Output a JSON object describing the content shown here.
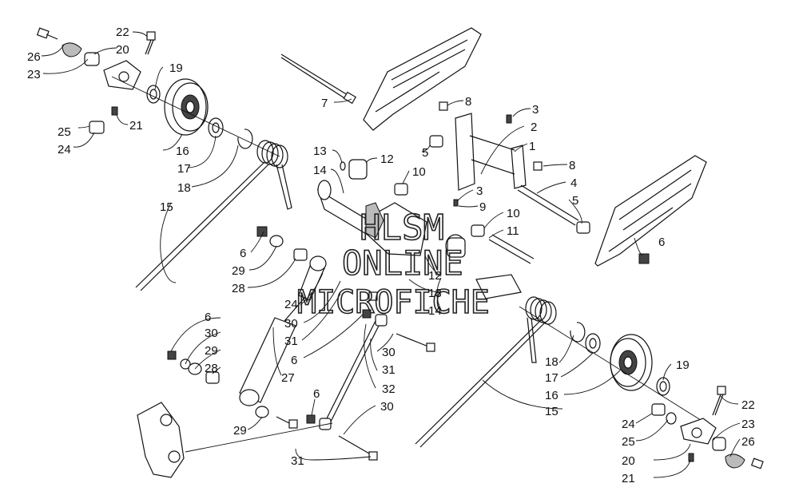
{
  "watermark": {
    "line1": "HLSM",
    "line2": "ONLINE",
    "line3": "MICROFICHE"
  },
  "callouts": [
    {
      "id": "c26a",
      "text": "26"
    },
    {
      "id": "c22a",
      "text": "22"
    },
    {
      "id": "c20a",
      "text": "20"
    },
    {
      "id": "c23a",
      "text": "23"
    },
    {
      "id": "c19a",
      "text": "19"
    },
    {
      "id": "c25a",
      "text": "25"
    },
    {
      "id": "c24a",
      "text": "24"
    },
    {
      "id": "c21a",
      "text": "21"
    },
    {
      "id": "c16a",
      "text": "16"
    },
    {
      "id": "c17a",
      "text": "17"
    },
    {
      "id": "c18a",
      "text": "18"
    },
    {
      "id": "c15a",
      "text": "15"
    },
    {
      "id": "c7",
      "text": "7"
    },
    {
      "id": "c8a",
      "text": "8"
    },
    {
      "id": "c3a",
      "text": "3"
    },
    {
      "id": "c2",
      "text": "2"
    },
    {
      "id": "c1",
      "text": "1"
    },
    {
      "id": "c5a",
      "text": "5"
    },
    {
      "id": "c8b",
      "text": "8"
    },
    {
      "id": "c4",
      "text": "4"
    },
    {
      "id": "c5b",
      "text": "5"
    },
    {
      "id": "c13a",
      "text": "13"
    },
    {
      "id": "c12a",
      "text": "12"
    },
    {
      "id": "c14a",
      "text": "14"
    },
    {
      "id": "c10a",
      "text": "10"
    },
    {
      "id": "c3b",
      "text": "3"
    },
    {
      "id": "c9",
      "text": "9"
    },
    {
      "id": "c10b",
      "text": "10"
    },
    {
      "id": "c11",
      "text": "11"
    },
    {
      "id": "c6a",
      "text": "6"
    },
    {
      "id": "c6b",
      "text": "6"
    },
    {
      "id": "c29a",
      "text": "29"
    },
    {
      "id": "c28a",
      "text": "28"
    },
    {
      "id": "c12b",
      "text": "12"
    },
    {
      "id": "c13b",
      "text": "13"
    },
    {
      "id": "c14b",
      "text": "14"
    },
    {
      "id": "c24b",
      "text": "24"
    },
    {
      "id": "c30a",
      "text": "30"
    },
    {
      "id": "c31a",
      "text": "31"
    },
    {
      "id": "c6c",
      "text": "6"
    },
    {
      "id": "c30b",
      "text": "30"
    },
    {
      "id": "c29b",
      "text": "29"
    },
    {
      "id": "c28b",
      "text": "28"
    },
    {
      "id": "c6d",
      "text": "6"
    },
    {
      "id": "c30c",
      "text": "30"
    },
    {
      "id": "c31b",
      "text": "31"
    },
    {
      "id": "c27",
      "text": "27"
    },
    {
      "id": "c32",
      "text": "32"
    },
    {
      "id": "c29c",
      "text": "29"
    },
    {
      "id": "c6e",
      "text": "6"
    },
    {
      "id": "c30d",
      "text": "30"
    },
    {
      "id": "c31c",
      "text": "31"
    },
    {
      "id": "c18b",
      "text": "18"
    },
    {
      "id": "c17b",
      "text": "17"
    },
    {
      "id": "c16b",
      "text": "16"
    },
    {
      "id": "c15b",
      "text": "15"
    },
    {
      "id": "c19b",
      "text": "19"
    },
    {
      "id": "c22b",
      "text": "22"
    },
    {
      "id": "c24c",
      "text": "24"
    },
    {
      "id": "c23b",
      "text": "23"
    },
    {
      "id": "c25b",
      "text": "25"
    },
    {
      "id": "c26b",
      "text": "26"
    },
    {
      "id": "c20b",
      "text": "20"
    },
    {
      "id": "c21b",
      "text": "21"
    }
  ]
}
